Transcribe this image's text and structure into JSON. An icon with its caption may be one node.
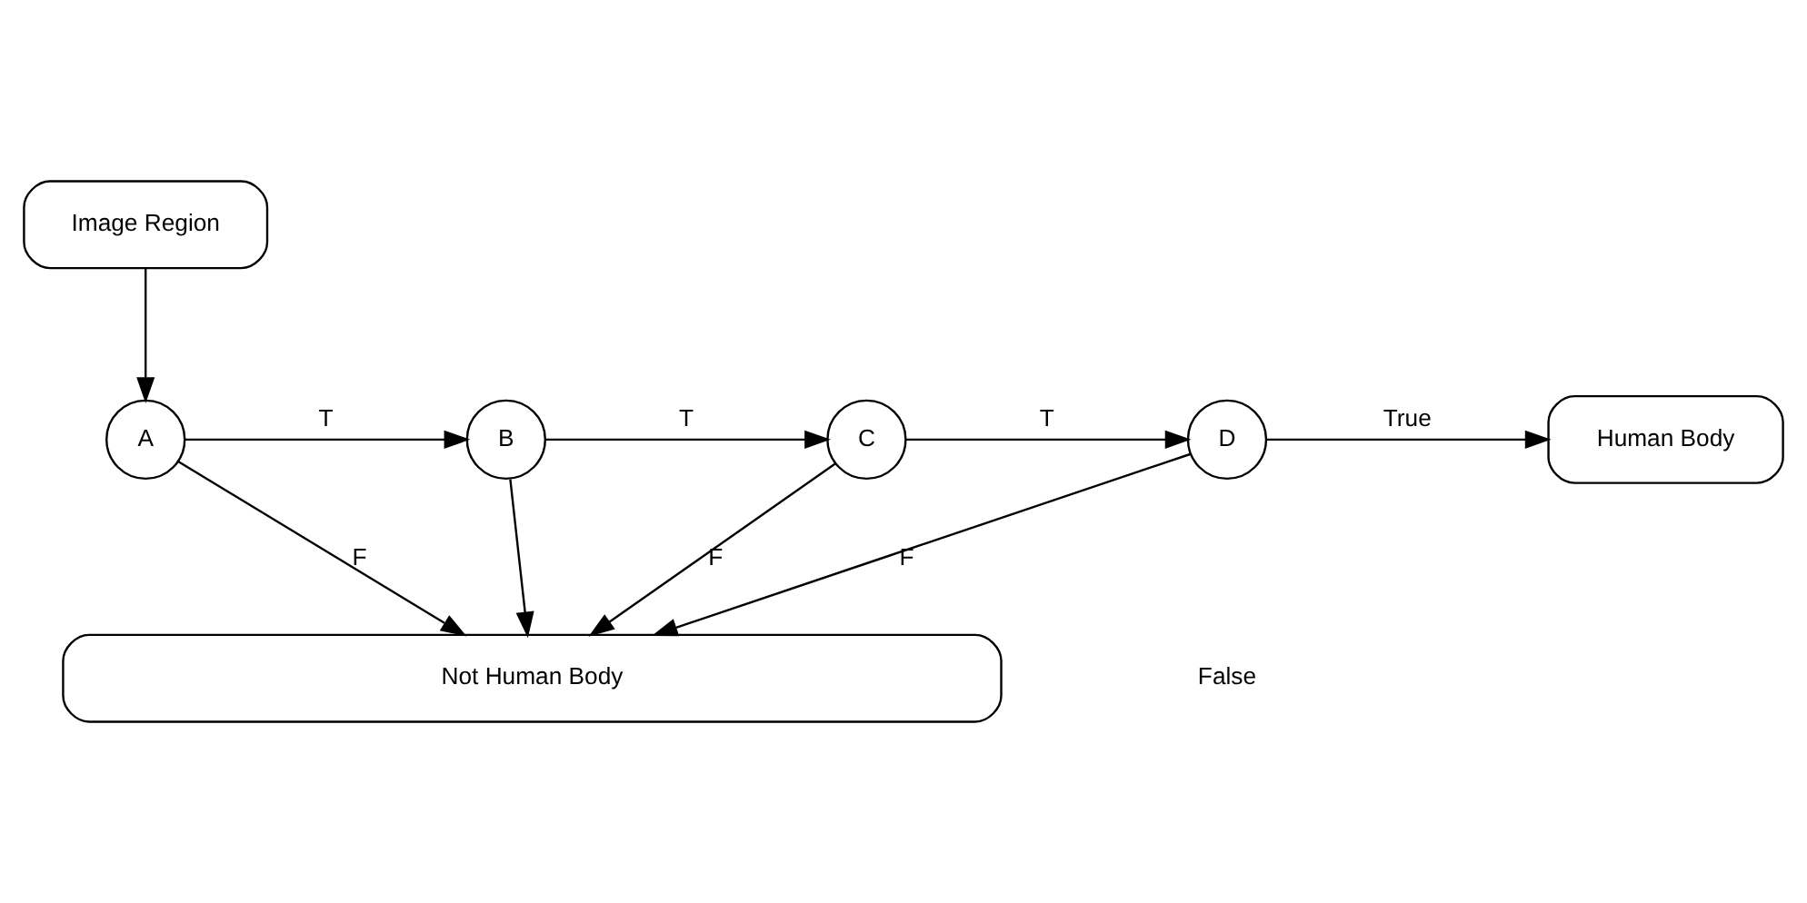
{
  "diagram": {
    "nodes": [
      {
        "text": [
          "Image Region"
        ]
      },
      {
        "text": [
          "A"
        ]
      },
      {
        "text": [
          "B"
        ]
      },
      {
        "text": [
          "C"
        ]
      },
      {
        "text": [
          "D"
        ]
      },
      {
        "text": [
          "Human Body"
        ]
      },
      {
        "text": [
          "Not Human Body"
        ]
      }
    ],
    "edges": [
      {
        "from": 0,
        "to": 1,
        "arrow": "to"
      },
      {
        "from": 1,
        "to": 2,
        "arrow": "to",
        "label": "T"
      },
      {
        "from": 2,
        "to": 3,
        "arrow": "to",
        "label": "T"
      },
      {
        "from": 3,
        "to": 4,
        "arrow": "to",
        "label": "T"
      },
      {
        "from": 4,
        "to": 5,
        "arrow": "to",
        "label": "True"
      },
      {
        "from": 1,
        "to": 6,
        "arrow": "to",
        "label": "F"
      },
      {
        "from": 2,
        "to": 6,
        "arrow": "to"
      },
      {
        "from": 3,
        "to": 6,
        "arrow": "to",
        "label": "F"
      },
      {
        "from": 4,
        "to": 6,
        "arrow": "to",
        "label": "F"
      }
    ],
    "labels": [
      "False"
    ]
  }
}
